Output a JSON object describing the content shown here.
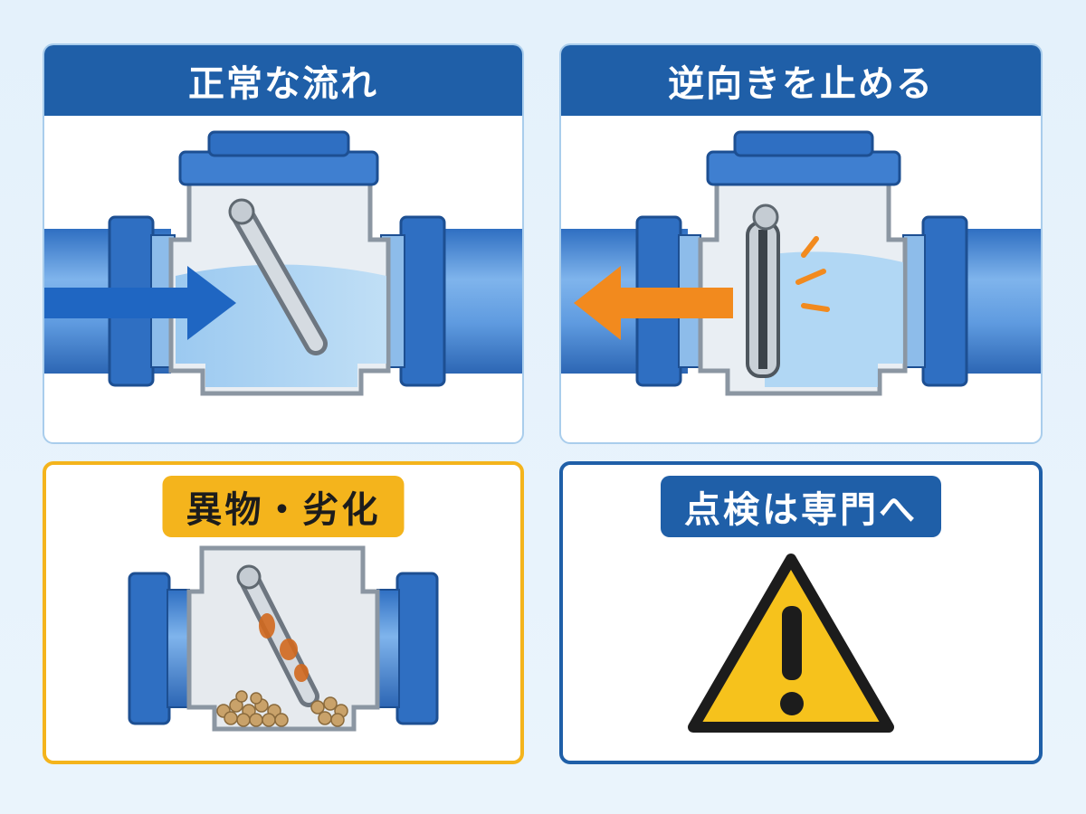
{
  "panels": {
    "normal_flow": {
      "title": "正常な流れ"
    },
    "stop_reverse": {
      "title": "逆向きを止める"
    },
    "foreign_matter": {
      "title": "異物・劣化"
    },
    "inspection": {
      "title": "点検は専門へ"
    }
  },
  "colors": {
    "pipe_blue": "#3f7fd0",
    "header_blue": "#1f5fa8",
    "flow_arrow_blue": "#1f66c2",
    "reverse_arrow_orange": "#f28a1e",
    "warning_yellow": "#f6c21c",
    "debris_tan": "#c9a26a",
    "rust_orange": "#d2691e"
  },
  "icons": {
    "flow_arrow": "arrow-right-icon",
    "reverse_arrow": "arrow-left-icon",
    "warning": "warning-triangle-icon",
    "impact": "impact-lines-icon"
  }
}
